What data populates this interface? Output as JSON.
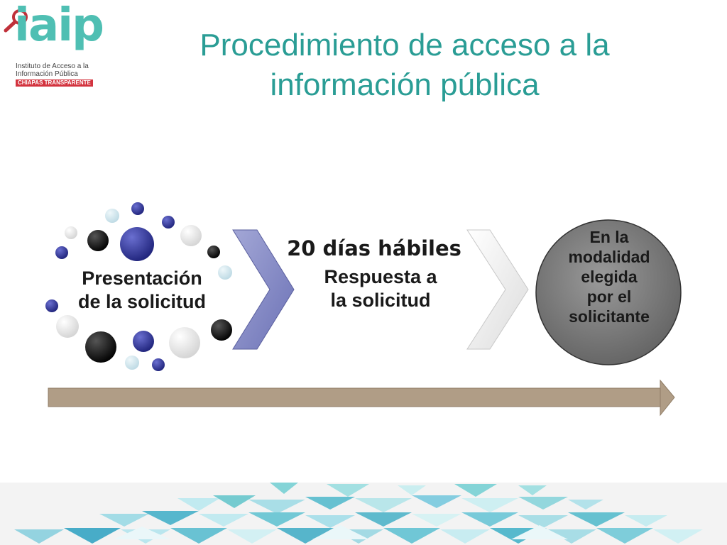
{
  "logo": {
    "word": "iaip",
    "line1": "Instituto de Acceso a la",
    "line2": "Información Pública",
    "line3": "CHIAPAS TRANSPARENTE"
  },
  "title": {
    "line1": "Procedimiento de acceso a la",
    "line2": "información pública"
  },
  "steps": [
    {
      "label_line1": "Presentación",
      "label_line2": "de la solicitud"
    },
    {
      "days": "20 días hábiles",
      "label_line1": "Respuesta a",
      "label_line2": "la solicitud"
    },
    {
      "label_line1": "En la",
      "label_line2": "modalidad",
      "label_line3": "elegida",
      "label_line4": "por el",
      "label_line5": "solicitante"
    }
  ],
  "colors": {
    "title": "#2a9d95",
    "logo": "#4fbfb3",
    "chevron_blue": "#8a8fc4",
    "chevron_white": "#f2f2f2",
    "circle_gray": "#7d7d7d",
    "arrow_brown": "#b09d86",
    "dot_navy": "#2e3192",
    "dot_black": "#111111",
    "dot_light": "#cfe3ea"
  },
  "icons": [
    "magnifier-icon"
  ]
}
